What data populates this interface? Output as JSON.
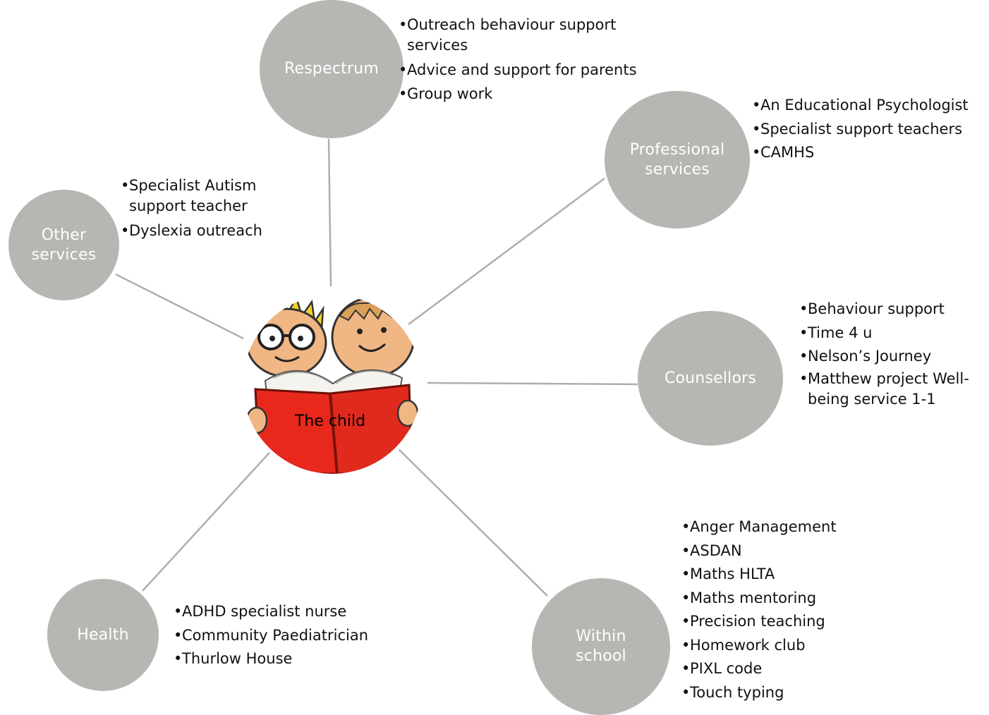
{
  "center": {
    "label": "The child"
  },
  "nodes": {
    "respectrum": {
      "label": "Respectrum",
      "items": [
        "Outreach behaviour support services",
        "Advice and support for parents",
        "Group work"
      ]
    },
    "professional": {
      "label_line1": "Professional",
      "label_line2": "services",
      "items": [
        "An Educational Psychologist",
        "Specialist support teachers",
        "CAMHS"
      ]
    },
    "other": {
      "label_line1": "Other",
      "label_line2": "services",
      "items": [
        "Specialist Autism support teacher",
        "Dyslexia outreach"
      ]
    },
    "counsellors": {
      "label": "Counsellors",
      "items": [
        "Behaviour support",
        "Time 4 u",
        "Nelson’s Journey",
        "Matthew project Well-being service 1-1"
      ]
    },
    "health": {
      "label": "Health",
      "items": [
        "ADHD specialist nurse",
        "Community Paediatrician",
        "Thurlow House"
      ]
    },
    "school": {
      "label_line1": "Within",
      "label_line2": "school",
      "items": [
        "Anger Management",
        "ASDAN",
        "Maths HLTA",
        "Maths mentoring",
        "Precision teaching",
        "Homework club",
        "PIXL code",
        "Touch typing"
      ]
    }
  },
  "colors": {
    "node_fill": "#b8b6b3",
    "node_text": "#ffffff",
    "connector": "#b0aeab",
    "book_red": "#e8281c"
  }
}
